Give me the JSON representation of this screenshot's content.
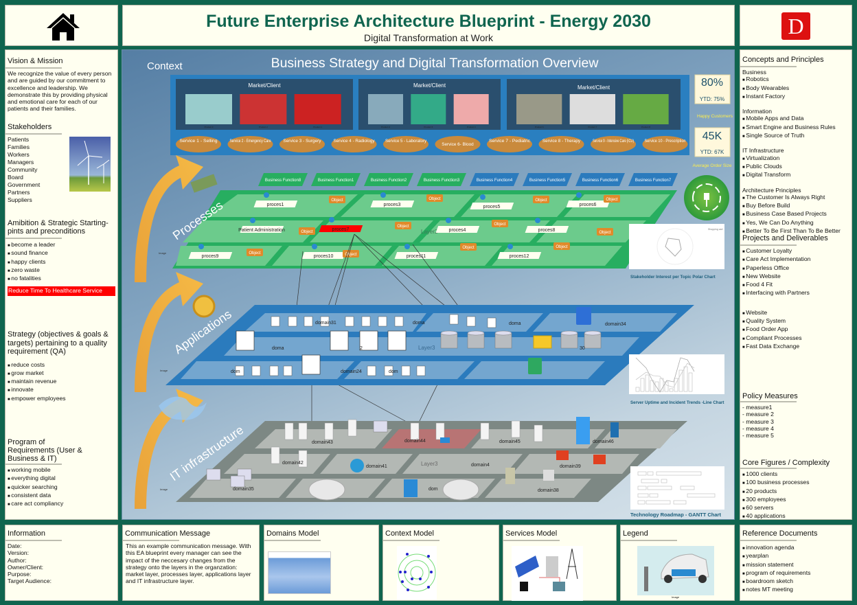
{
  "header": {
    "title": "Future Enterprise Architecture Blueprint - Energy 2030",
    "subtitle": "Digital Transformation at Work",
    "logo_letter": "D",
    "home_icon": "home-icon"
  },
  "left": {
    "vision": {
      "title": "Vision & Mission",
      "text": "We recognize the value of every person and are guided by our commitment to excellence and leadership. We demonstrate this by providing physical and emotional care for each of our patients and their families."
    },
    "stakeholders": {
      "title": "Stakeholders",
      "items": [
        "Patients",
        "Families",
        "Workers",
        "Managers",
        "Community",
        "Board",
        "Government",
        "Partners",
        "Suppliers"
      ]
    },
    "ambition": {
      "title": "Amibition & Strategic Starting-pints and preconditions",
      "items": [
        "become a leader",
        "sound finance",
        "happy clients",
        "zero waste",
        "no fatalities"
      ],
      "highlight": "Reduce Time To Healthcare Service"
    },
    "strategy": {
      "title": "Strategy (objectives & goals & targets) pertaining to a quality requirement (QA)",
      "items": [
        "reduce costs",
        "grow market",
        "maintain revenue",
        "innovate",
        "empower employees"
      ]
    },
    "program": {
      "title": "Program of Requirements (User & Business & IT)",
      "items": [
        "working mobile",
        "everything digital",
        "quicker searching",
        "consistent data",
        "care act compliancy"
      ]
    }
  },
  "right": {
    "concepts": {
      "title": "Concepts and Principles",
      "groups": [
        {
          "name": "Business",
          "items": [
            "Robotics",
            "Body Wearables",
            "Instant Factory"
          ]
        },
        {
          "name": "Information",
          "items": [
            "Mobile Apps and Data",
            "Smart Engine and Business Rules",
            "Single Source of Truth"
          ]
        },
        {
          "name": "IT Infrastructure",
          "items": [
            "Virtualization",
            "Public Clouds",
            "Digital Transform"
          ]
        },
        {
          "name": "Architecture Principles",
          "items": [
            "The Customer Is Always Right",
            "Buy Before Build",
            "Business Case Based Projects",
            "Yes, We Can Do Anything",
            "Better To Be First Than To Be Better"
          ]
        }
      ]
    },
    "projects": {
      "title": "Projects and Deliverables",
      "items": [
        "Customer Loyalty",
        "Care Act Implementation",
        "Paperless Office",
        "New Website",
        "Food 4 Fit",
        "Interfacing with Partners"
      ],
      "items2": [
        "Website",
        "Quality System",
        "Food Order App",
        "Compliant Processes",
        "Fast Data Exchange"
      ]
    },
    "policy": {
      "title": "Policy Measures",
      "items": [
        "- measure1",
        "- measure 2",
        "- measure 3",
        "- measure 4",
        "- measure 5"
      ]
    },
    "core": {
      "title": "Core Figures / Complexity",
      "items": [
        "1000 clients",
        "100 business processes",
        "20 products",
        "300 employees",
        "60 servers",
        "40 applications"
      ]
    }
  },
  "center": {
    "context_label": "Context",
    "title": "Business Strategy and Digital Transformation Overview",
    "market_label": "Market/Client",
    "products": [
      "Product 3",
      "Product 2",
      "Product 1",
      "Product 4",
      "Product 5",
      "Product 3",
      "Product 6",
      "Product 7",
      "Product 8"
    ],
    "services": [
      "Service 1 - Selling",
      "Service 2 - Emergency Care",
      "Service 3 - Surgery",
      "Service 4 - Radiology",
      "Service 5 - Laboratory",
      "Service 6- Blood",
      "Service 7 - Pediatric",
      "Service 8 - Therapy",
      "Service 9 - Intensive Care (ICU)",
      "Service 10 - Prescription"
    ],
    "kpi1": {
      "value": "80%",
      "ytd": "YTD: 75%",
      "label": "Happy Customers"
    },
    "kpi2": {
      "value": "45K",
      "ytd": "YTD: 67K",
      "label": "Average Order Size"
    },
    "functions": [
      "Business Function8",
      "Business Function1",
      "Business Function2",
      "Business Function3",
      "Business Function4",
      "Business Function5",
      "Business Function6",
      "Business Function7"
    ],
    "layer_names": [
      "Processes",
      "Applications",
      "IT infrastructure"
    ],
    "processes": [
      "proces1",
      "proces3",
      "proces5",
      "proces6",
      "Patient Administration",
      "proces7",
      "proces4",
      "proces8",
      "proces9",
      "proces10",
      "proces11",
      "proces12"
    ],
    "object_label": "Object",
    "layer2": "Layer2",
    "layer3": "Layer3",
    "app_domains": [
      "domain31",
      "doma",
      "doma",
      "domain34",
      "doma",
      "2",
      "30",
      "dom",
      "domain24",
      "dom"
    ],
    "infra_domains": [
      "domain43",
      "domain44",
      "domain45",
      "domain46",
      "domain42",
      "domain41",
      "domain4",
      "domain39",
      "domain35",
      "dom",
      "domain38"
    ],
    "image_label": "Image",
    "charts": [
      "Stakeholder Interest per Topic Polar Chart",
      "Server Uptime and Incident Trends -Line Chart",
      "Technology Roadmap - GANTT Chart"
    ],
    "polar_legend": "Shopping cart"
  },
  "bottom": {
    "information": {
      "title": "Information",
      "items": [
        "Date:",
        "Version:",
        "Author:",
        "Owner/Client:",
        "Purpose:",
        "Target Audience:"
      ]
    },
    "communication": {
      "title": "Communication Message",
      "text": "This an example communication message. With this EA blueprint every manager can see the impact of the neccesary changes from the strategy onto the layers in the organzation: market layer, processes layer, applications layer and IT infrastructure layer."
    },
    "domains": {
      "title": "Domains Model"
    },
    "context": {
      "title": "Context Model"
    },
    "services": {
      "title": "Services Model"
    },
    "legend": {
      "title": "Legend",
      "caption": "Image"
    },
    "reference": {
      "title": "Reference Documents",
      "items": [
        "innovation agenda",
        "yearplan",
        "mission statement",
        "program of requirements",
        "boardroom sketch",
        "notes MT meeting"
      ]
    }
  },
  "colors": {
    "bg": "#10654f",
    "panel": "#fffff0",
    "market": "#2a7fc0",
    "service": "#c98a3c",
    "process": "#27ae60",
    "apps": "#2b7bbd",
    "infra": "#7d8884",
    "highlight": "#ff0000"
  }
}
